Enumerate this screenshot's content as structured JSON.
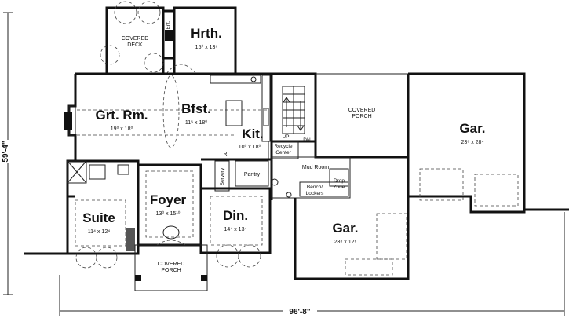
{
  "plan": {
    "overall_width": "96'-8\"",
    "overall_depth": "59'-4\"",
    "rooms": {
      "hearth": {
        "name": "Hrth.",
        "size": "15⁰ x 13⁶"
      },
      "covered_deck": {
        "line1": "COVERED",
        "line2": "DECK"
      },
      "entry": "Ent.",
      "great_room": {
        "name": "Grt. Rm.",
        "size": "19⁰ x 18⁰"
      },
      "breakfast": {
        "name": "Bfst.",
        "size": "11⁶ x 18⁰"
      },
      "kitchen": {
        "name": "Kit.",
        "size": "10⁰ x 18⁰"
      },
      "rear_porch": {
        "line1": "COVERED",
        "line2": "PORCH"
      },
      "garage_large": {
        "name": "Gar.",
        "size": "23⁸ x 28⁴"
      },
      "garage_small": {
        "name": "Gar.",
        "size": "23⁸ x 12⁸"
      },
      "recycle": {
        "line1": "Recycle",
        "line2": "Center"
      },
      "up": "UP",
      "dn": "DN",
      "refrigerator": "R",
      "pantry": "Pantry",
      "servery": "Servery",
      "mud_room": "Mud Room",
      "bench": {
        "line1": "Bench/",
        "line2": "Lockers"
      },
      "drop_zone": {
        "line1": "Drop",
        "line2": "Zone"
      },
      "foyer": {
        "name": "Foyer",
        "size": "13⁰ x 15¹⁰"
      },
      "dining": {
        "name": "Din.",
        "size": "14⁴ x 13⁴"
      },
      "suite": {
        "name": "Suite",
        "size": "11⁴ x 12⁴"
      },
      "front_porch": {
        "line1": "COVERED",
        "line2": "PORCH"
      }
    }
  }
}
